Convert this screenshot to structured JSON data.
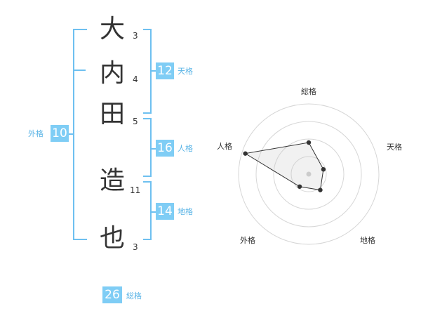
{
  "name": {
    "chars": [
      "大",
      "内",
      "田",
      "造",
      "也"
    ],
    "strokes": [
      "3",
      "4",
      "5",
      "11",
      "3"
    ]
  },
  "fortune": {
    "tenkaku": {
      "value": "12",
      "label": "天格"
    },
    "jinkaku": {
      "value": "16",
      "label": "人格"
    },
    "chikaku": {
      "value": "14",
      "label": "地格"
    },
    "gaikaku": {
      "value": "10",
      "label": "外格"
    },
    "soukaku": {
      "value": "26",
      "label": "総格"
    }
  },
  "radar": {
    "axes": [
      "総格",
      "天格",
      "地格",
      "外格",
      "人格"
    ],
    "values": [
      0.45,
      0.22,
      0.28,
      0.22,
      0.95
    ],
    "rings": 4
  }
}
